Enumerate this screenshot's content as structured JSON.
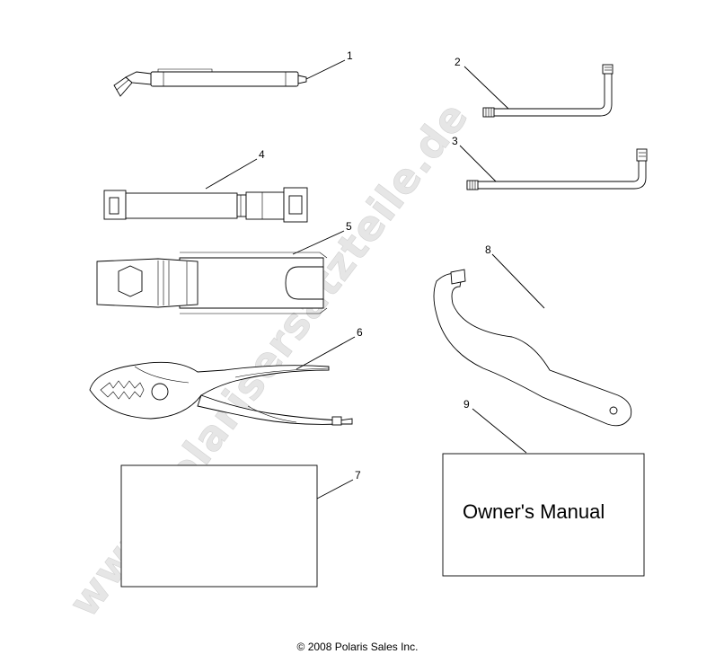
{
  "callouts": [
    "1",
    "2",
    "3",
    "4",
    "5",
    "6",
    "7",
    "8",
    "9"
  ],
  "manual_cover_text": "Owner's Manual",
  "watermark": "www.polarisersatzteile.de",
  "copyright": "© 2008 Polaris Sales Inc.",
  "colors": {
    "line": "#000000",
    "watermark": "#e6e6e6",
    "background": "#ffffff"
  }
}
